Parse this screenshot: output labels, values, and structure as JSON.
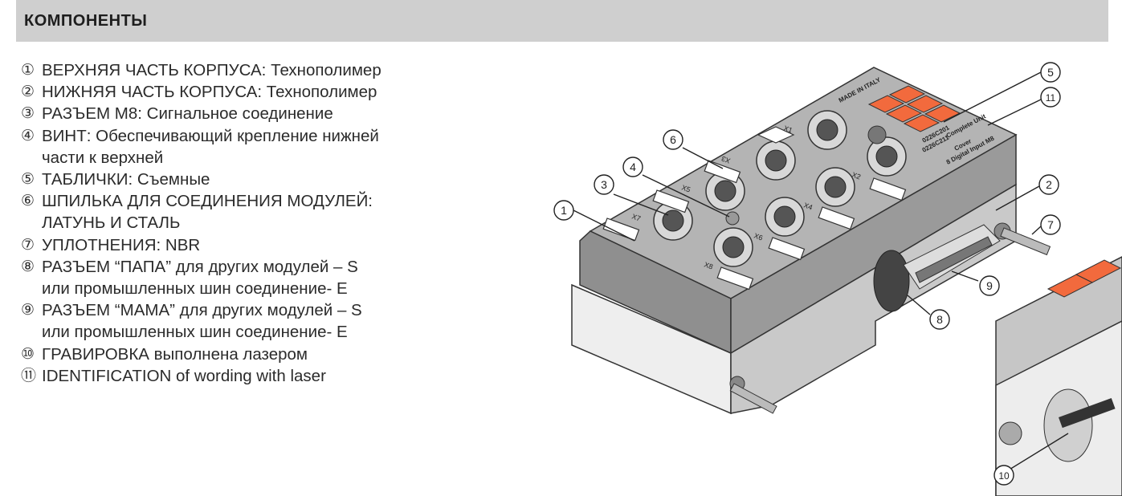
{
  "header": {
    "title": "КОМПОНЕНТЫ"
  },
  "components": [
    {
      "num": "①",
      "lines": [
        "ВЕРХНЯЯ ЧАСТЬ КОРПУСА: Технополимер"
      ]
    },
    {
      "num": "②",
      "lines": [
        "НИЖНЯЯ ЧАСТЬ КОРПУСА: Технополимер"
      ]
    },
    {
      "num": "③",
      "lines": [
        "РАЗЪЕМ M8: Сигнальное соединение"
      ]
    },
    {
      "num": "④",
      "lines": [
        "ВИНТ: Обеспечивающий крепление нижней",
        "части к верхней"
      ]
    },
    {
      "num": "⑤",
      "lines": [
        "ТАБЛИЧКИ: Съемные"
      ]
    },
    {
      "num": "⑥",
      "lines": [
        "ШПИЛЬКА ДЛЯ СОЕДИНЕНИЯ МОДУЛЕЙ:",
        "ЛАТУНЬ И СТАЛЬ"
      ]
    },
    {
      "num": "⑦",
      "lines": [
        "УПЛОТНЕНИЯ: NBR"
      ]
    },
    {
      "num": "⑧",
      "lines": [
        "РАЗЪЕМ “ПАПА” для других модулей – S",
        "или промышленных шин соединение- E"
      ]
    },
    {
      "num": "⑨",
      "lines": [
        "РАЗЪЕМ “МАМА” для других модулей – S",
        "или промышленных шин соединение- E"
      ]
    },
    {
      "num": "⑩",
      "lines": [
        "ГРАВИРОВКА выполнена лазером"
      ]
    },
    {
      "num": "⑪",
      "lines": [
        "IDENTIFICATION of wording with laser"
      ]
    }
  ],
  "figure": {
    "callouts": [
      "1",
      "2",
      "3",
      "4",
      "5",
      "6",
      "7",
      "8",
      "9",
      "10",
      "11"
    ],
    "port_labels": [
      "X1",
      "X2",
      "X3",
      "X4",
      "X5",
      "X6",
      "X7",
      "X8"
    ],
    "engraving": [
      "8 Digital Input M8",
      "Complete Unit",
      "Cover",
      "0226C211",
      "0226C201",
      "MADE IN ITALY"
    ],
    "colors": {
      "label_orange": "#f26a3d",
      "body_gray": "#a9a9a9",
      "header_gray": "#cfcfcf"
    }
  }
}
